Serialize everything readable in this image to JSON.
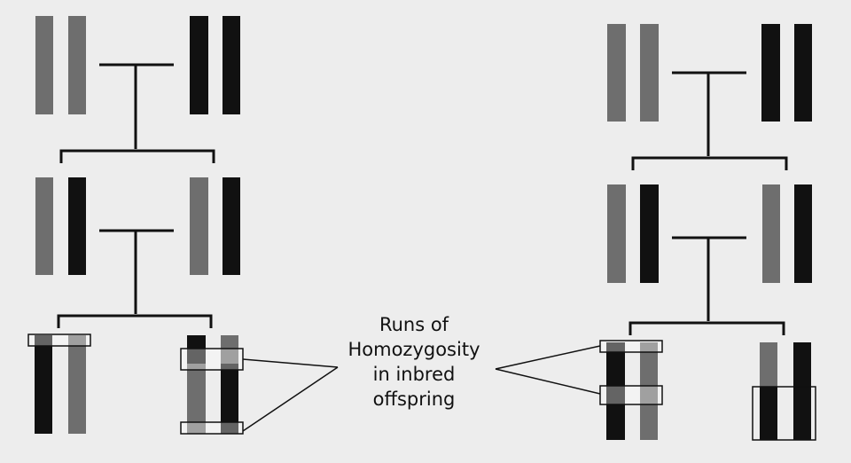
{
  "label": {
    "lines": [
      "Runs of",
      "Homozygosity",
      "in inbred",
      "offspring"
    ]
  },
  "colors": {
    "background": "#ededed",
    "chromosome_gray": "#6e6e6e",
    "chromosome_black": "#111111",
    "line": "#111111",
    "highlight_box_fill": "rgba(255,255,255,0.35)"
  }
}
